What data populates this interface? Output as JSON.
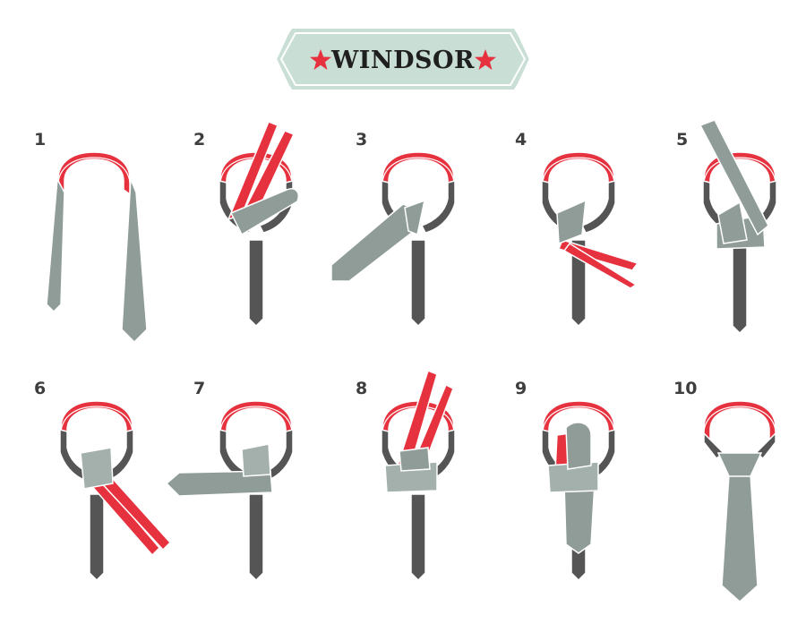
{
  "title": "WINDSOR",
  "colors": {
    "banner_fill": "#c9dfd6",
    "banner_stroke": "#ffffff",
    "star": "#e6323e",
    "collar_red": "#e6323e",
    "tie_light": "#8f9c98",
    "tie_dark": "#555555",
    "tie_pale": "#a4b0ac"
  },
  "steps": [
    {
      "label": "1"
    },
    {
      "label": "2"
    },
    {
      "label": "3"
    },
    {
      "label": "4"
    },
    {
      "label": "5"
    },
    {
      "label": "6"
    },
    {
      "label": "7"
    },
    {
      "label": "8"
    },
    {
      "label": "9"
    },
    {
      "label": "10"
    }
  ]
}
